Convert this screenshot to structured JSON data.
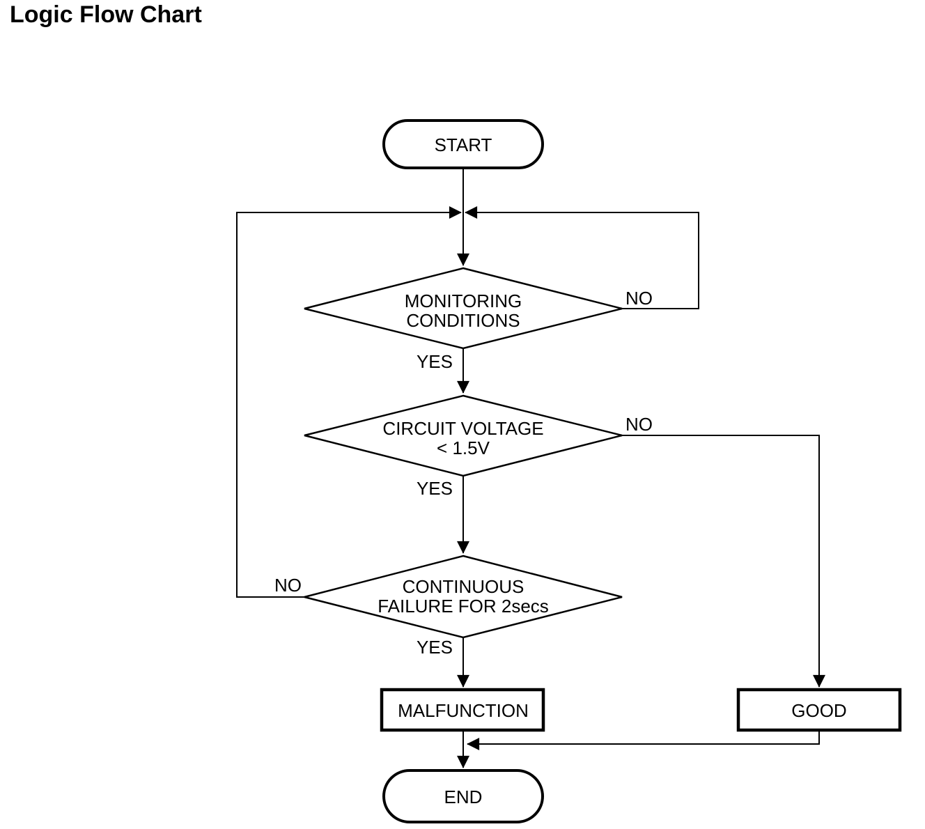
{
  "title": "Logic Flow Chart",
  "colors": {
    "background": "#ffffff",
    "line": "#000000",
    "text": "#000000"
  },
  "nodes": {
    "start": {
      "type": "terminator",
      "label": "START"
    },
    "monitoring": {
      "type": "decision",
      "line1": "MONITORING",
      "line2": "CONDITIONS"
    },
    "voltage": {
      "type": "decision",
      "line1": "CIRCUIT VOLTAGE",
      "line2": "< 1.5V"
    },
    "failure": {
      "type": "decision",
      "line1": "CONTINUOUS",
      "line2": "FAILURE FOR 2secs"
    },
    "malfunction": {
      "type": "process",
      "label": "MALFUNCTION"
    },
    "good": {
      "type": "process",
      "label": "GOOD"
    },
    "end": {
      "type": "terminator",
      "label": "END"
    }
  },
  "labels": {
    "monitoring_no": "NO",
    "monitoring_yes": "YES",
    "voltage_no": "NO",
    "voltage_yes": "YES",
    "failure_no": "NO",
    "failure_yes": "YES"
  },
  "edges": [
    {
      "from": "start",
      "to": "monitoring",
      "label": ""
    },
    {
      "from": "monitoring",
      "to": "voltage",
      "label": "YES"
    },
    {
      "from": "monitoring",
      "to": "monitoring",
      "label": "NO"
    },
    {
      "from": "voltage",
      "to": "failure",
      "label": "YES"
    },
    {
      "from": "voltage",
      "to": "good",
      "label": "NO"
    },
    {
      "from": "failure",
      "to": "malfunction",
      "label": "YES"
    },
    {
      "from": "failure",
      "to": "monitoring",
      "label": "NO"
    },
    {
      "from": "malfunction",
      "to": "end",
      "label": ""
    },
    {
      "from": "good",
      "to": "end",
      "label": ""
    }
  ]
}
